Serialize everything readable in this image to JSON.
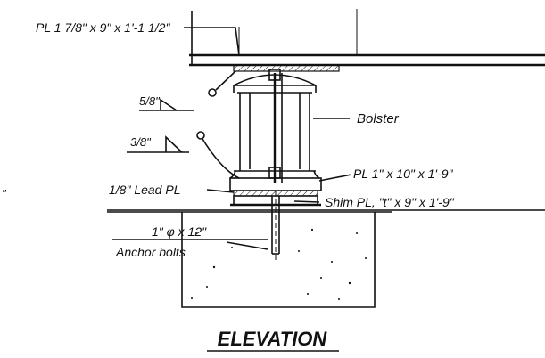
{
  "title": "ELEVATION",
  "labels": {
    "top_plate": "PL 1 7/8\" x 9\" x 1'-1 1/2\"",
    "weld_upper": "5/8\"",
    "weld_lower": "3/8\"",
    "bolster": "Bolster",
    "lead_plate": "1/8\" Lead PL",
    "base_plate": "PL 1\"  x 10\" x 1'-9\"",
    "shim_plate": "Shim PL, \"t\" x 9\" x 1'-9\"",
    "anchor_size": "1\" φ x 12\"",
    "anchor_bolts": "Anchor bolts",
    "left_fragment": "\""
  }
}
